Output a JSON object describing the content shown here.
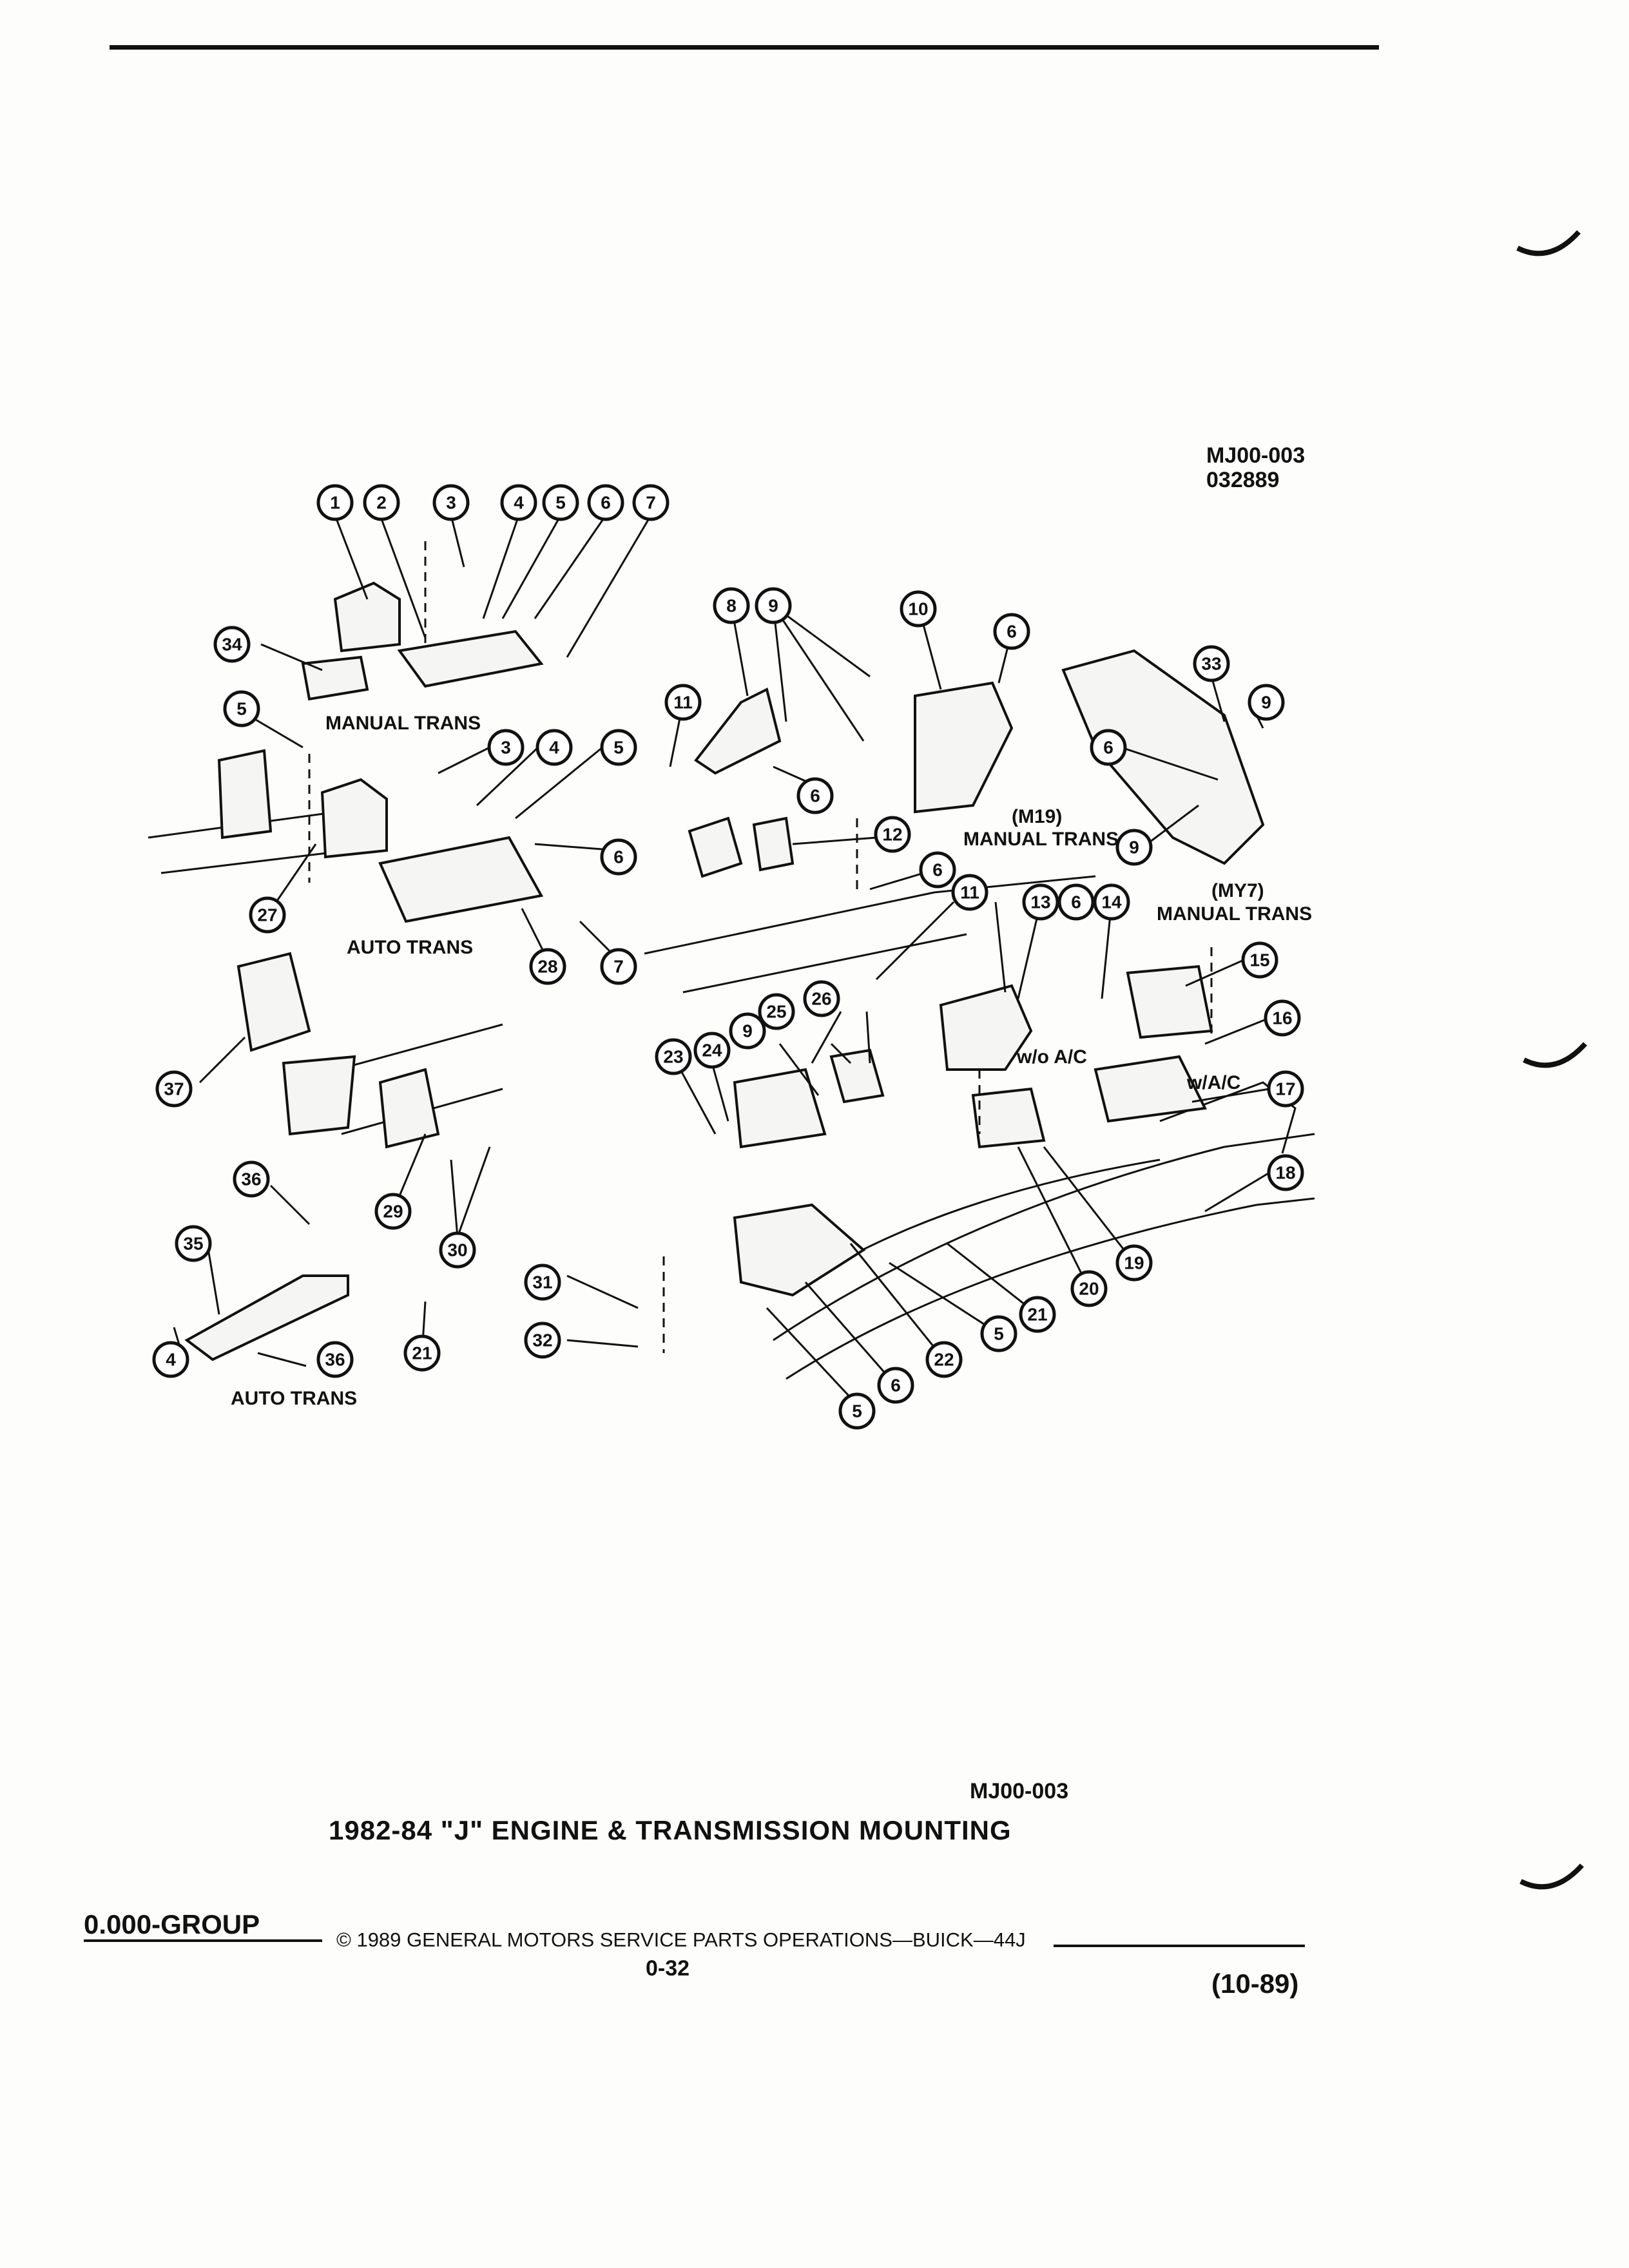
{
  "header": {
    "page_code": "MJ00-003",
    "date_code": "032889"
  },
  "diagram": {
    "callouts": [
      "1",
      "2",
      "3",
      "4",
      "5",
      "6",
      "7",
      "8",
      "9",
      "10",
      "11",
      "12",
      "13",
      "14",
      "15",
      "16",
      "17",
      "18",
      "19",
      "20",
      "21",
      "22",
      "23",
      "24",
      "25",
      "26",
      "27",
      "28",
      "29",
      "30",
      "31",
      "32",
      "33",
      "34",
      "35",
      "36",
      "37"
    ],
    "labels": {
      "manual_trans": "MANUAL TRANS",
      "auto_trans": "AUTO TRANS",
      "m19": "(M19)",
      "my7": "(MY7)",
      "wo_ac": "w/o A/C",
      "w_ac": "w/A/C"
    }
  },
  "figure": {
    "code": "MJ00-003",
    "title": "1982-84 \"J\" ENGINE & TRANSMISSION MOUNTING"
  },
  "footer": {
    "group": "0.000-GROUP",
    "copyright": "© 1989 GENERAL MOTORS SERVICE PARTS OPERATIONS—BUICK—44J",
    "page": "0-32",
    "revision": "(10-89)"
  }
}
